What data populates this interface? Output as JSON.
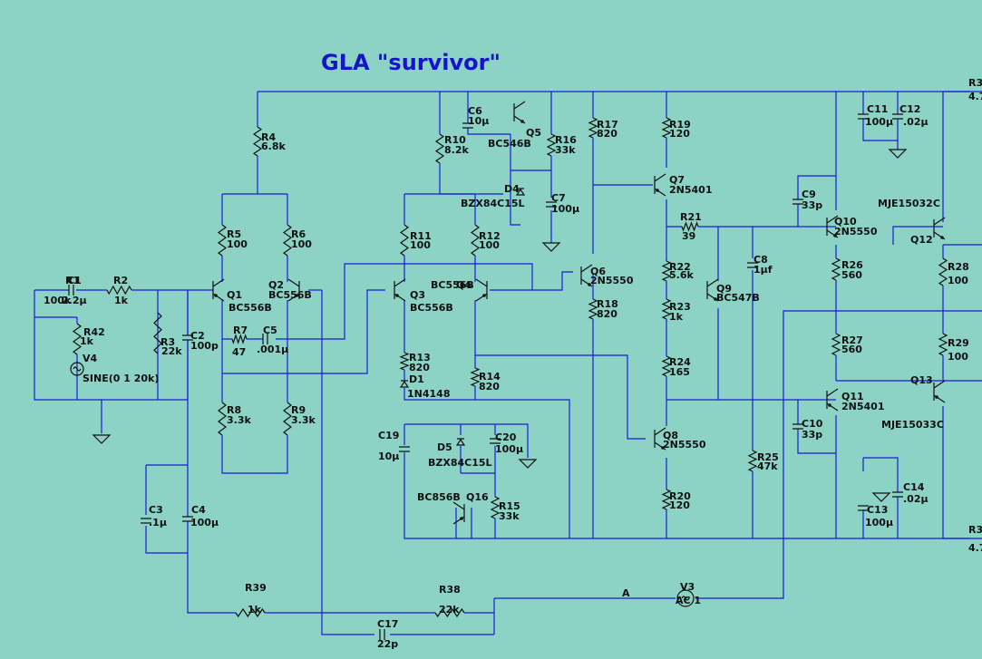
{
  "title": "GLA \"survivor\"",
  "net_labels": [
    "A"
  ],
  "components": [
    {
      "ref": "R1",
      "value": "100k"
    },
    {
      "ref": "R42",
      "value": "1k"
    },
    {
      "ref": "C1",
      "value": "2.2µ"
    },
    {
      "ref": "R2",
      "value": "1k"
    },
    {
      "ref": "R3",
      "value": "22k"
    },
    {
      "ref": "C2",
      "value": "100p"
    },
    {
      "ref": "V4",
      "value": "SINE(0 1 20k)"
    },
    {
      "ref": "R4",
      "value": "6.8k"
    },
    {
      "ref": "R5",
      "value": "100"
    },
    {
      "ref": "R6",
      "value": "100"
    },
    {
      "ref": "Q1",
      "value": "BC556B"
    },
    {
      "ref": "Q2",
      "value": "BC556B"
    },
    {
      "ref": "R7",
      "value": "47"
    },
    {
      "ref": "C5",
      "value": ".001µ"
    },
    {
      "ref": "R8",
      "value": "3.3k"
    },
    {
      "ref": "R9",
      "value": "3.3k"
    },
    {
      "ref": "C3",
      "value": ".1µ"
    },
    {
      "ref": "C4",
      "value": "100µ"
    },
    {
      "ref": "R39",
      "value": "1k"
    },
    {
      "ref": "R38",
      "value": "22k"
    },
    {
      "ref": "C17",
      "value": "22p"
    },
    {
      "ref": "R10",
      "value": "8.2k"
    },
    {
      "ref": "C6",
      "value": "10µ"
    },
    {
      "ref": "Q5",
      "value": "BC546B"
    },
    {
      "ref": "R16",
      "value": "33k"
    },
    {
      "ref": "D4",
      "value": "BZX84C15L"
    },
    {
      "ref": "C7",
      "value": "100µ"
    },
    {
      "ref": "R11",
      "value": "100"
    },
    {
      "ref": "R12",
      "value": "100"
    },
    {
      "ref": "Q3",
      "value": "BC556B"
    },
    {
      "ref": "Q4",
      "value": "BC556B"
    },
    {
      "ref": "R13",
      "value": "820"
    },
    {
      "ref": "D1",
      "value": "1N4148"
    },
    {
      "ref": "R14",
      "value": "820"
    },
    {
      "ref": "C19",
      "value": "10µ"
    },
    {
      "ref": "D5",
      "value": "BZX84C15L"
    },
    {
      "ref": "C20",
      "value": "100µ"
    },
    {
      "ref": "Q16",
      "value": "BC856B"
    },
    {
      "ref": "R15",
      "value": "33k"
    },
    {
      "ref": "R17",
      "value": "820"
    },
    {
      "ref": "Q6",
      "value": "2N5550"
    },
    {
      "ref": "R18",
      "value": "820"
    },
    {
      "ref": "R19",
      "value": "120"
    },
    {
      "ref": "Q7",
      "value": "2N5401"
    },
    {
      "ref": "R21",
      "value": "39"
    },
    {
      "ref": "R22",
      "value": "5.6k"
    },
    {
      "ref": "Q9",
      "value": "BC547B"
    },
    {
      "ref": "R23",
      "value": "1k"
    },
    {
      "ref": "R24",
      "value": "165"
    },
    {
      "ref": "C8",
      "value": "1µf"
    },
    {
      "ref": "R25",
      "value": "47k"
    },
    {
      "ref": "Q8",
      "value": "2N5550"
    },
    {
      "ref": "R20",
      "value": "120"
    },
    {
      "ref": "C9",
      "value": "33p"
    },
    {
      "ref": "Q10",
      "value": "2N5550"
    },
    {
      "ref": "R26",
      "value": "560"
    },
    {
      "ref": "R27",
      "value": "560"
    },
    {
      "ref": "Q11",
      "value": "2N5401"
    },
    {
      "ref": "C10",
      "value": "33p"
    },
    {
      "ref": "C11",
      "value": "100µ"
    },
    {
      "ref": "C12",
      "value": ".02µ"
    },
    {
      "ref": "C13",
      "value": "100µ"
    },
    {
      "ref": "C14",
      "value": ".02µ"
    },
    {
      "ref": "Q12",
      "value": "MJE15032C"
    },
    {
      "ref": "Q13",
      "value": "MJE15033C"
    },
    {
      "ref": "R28",
      "value": "100"
    },
    {
      "ref": "R29",
      "value": "100"
    },
    {
      "ref": "V3",
      "value": "AC 1"
    },
    {
      "ref": "R3",
      "value": "4.7"
    },
    {
      "ref": "R3",
      "value": "4.7"
    }
  ]
}
